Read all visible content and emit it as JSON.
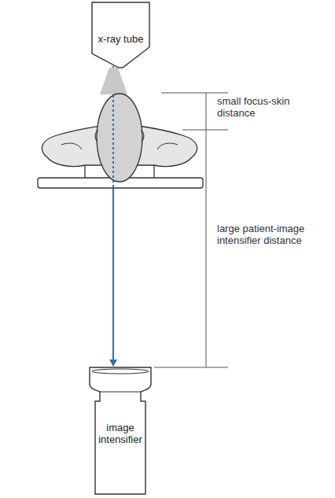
{
  "diagram": {
    "nodes": [
      {
        "text": [
          "x-ray tube"
        ]
      },
      {
        "text": [
          "image intensifier"
        ]
      }
    ],
    "edges": [
      {
        "from": 0,
        "to": 1,
        "arrow": "to"
      }
    ],
    "labels": [
      "small focus-skin distance",
      "large patient-image intensifier distance"
    ]
  }
}
